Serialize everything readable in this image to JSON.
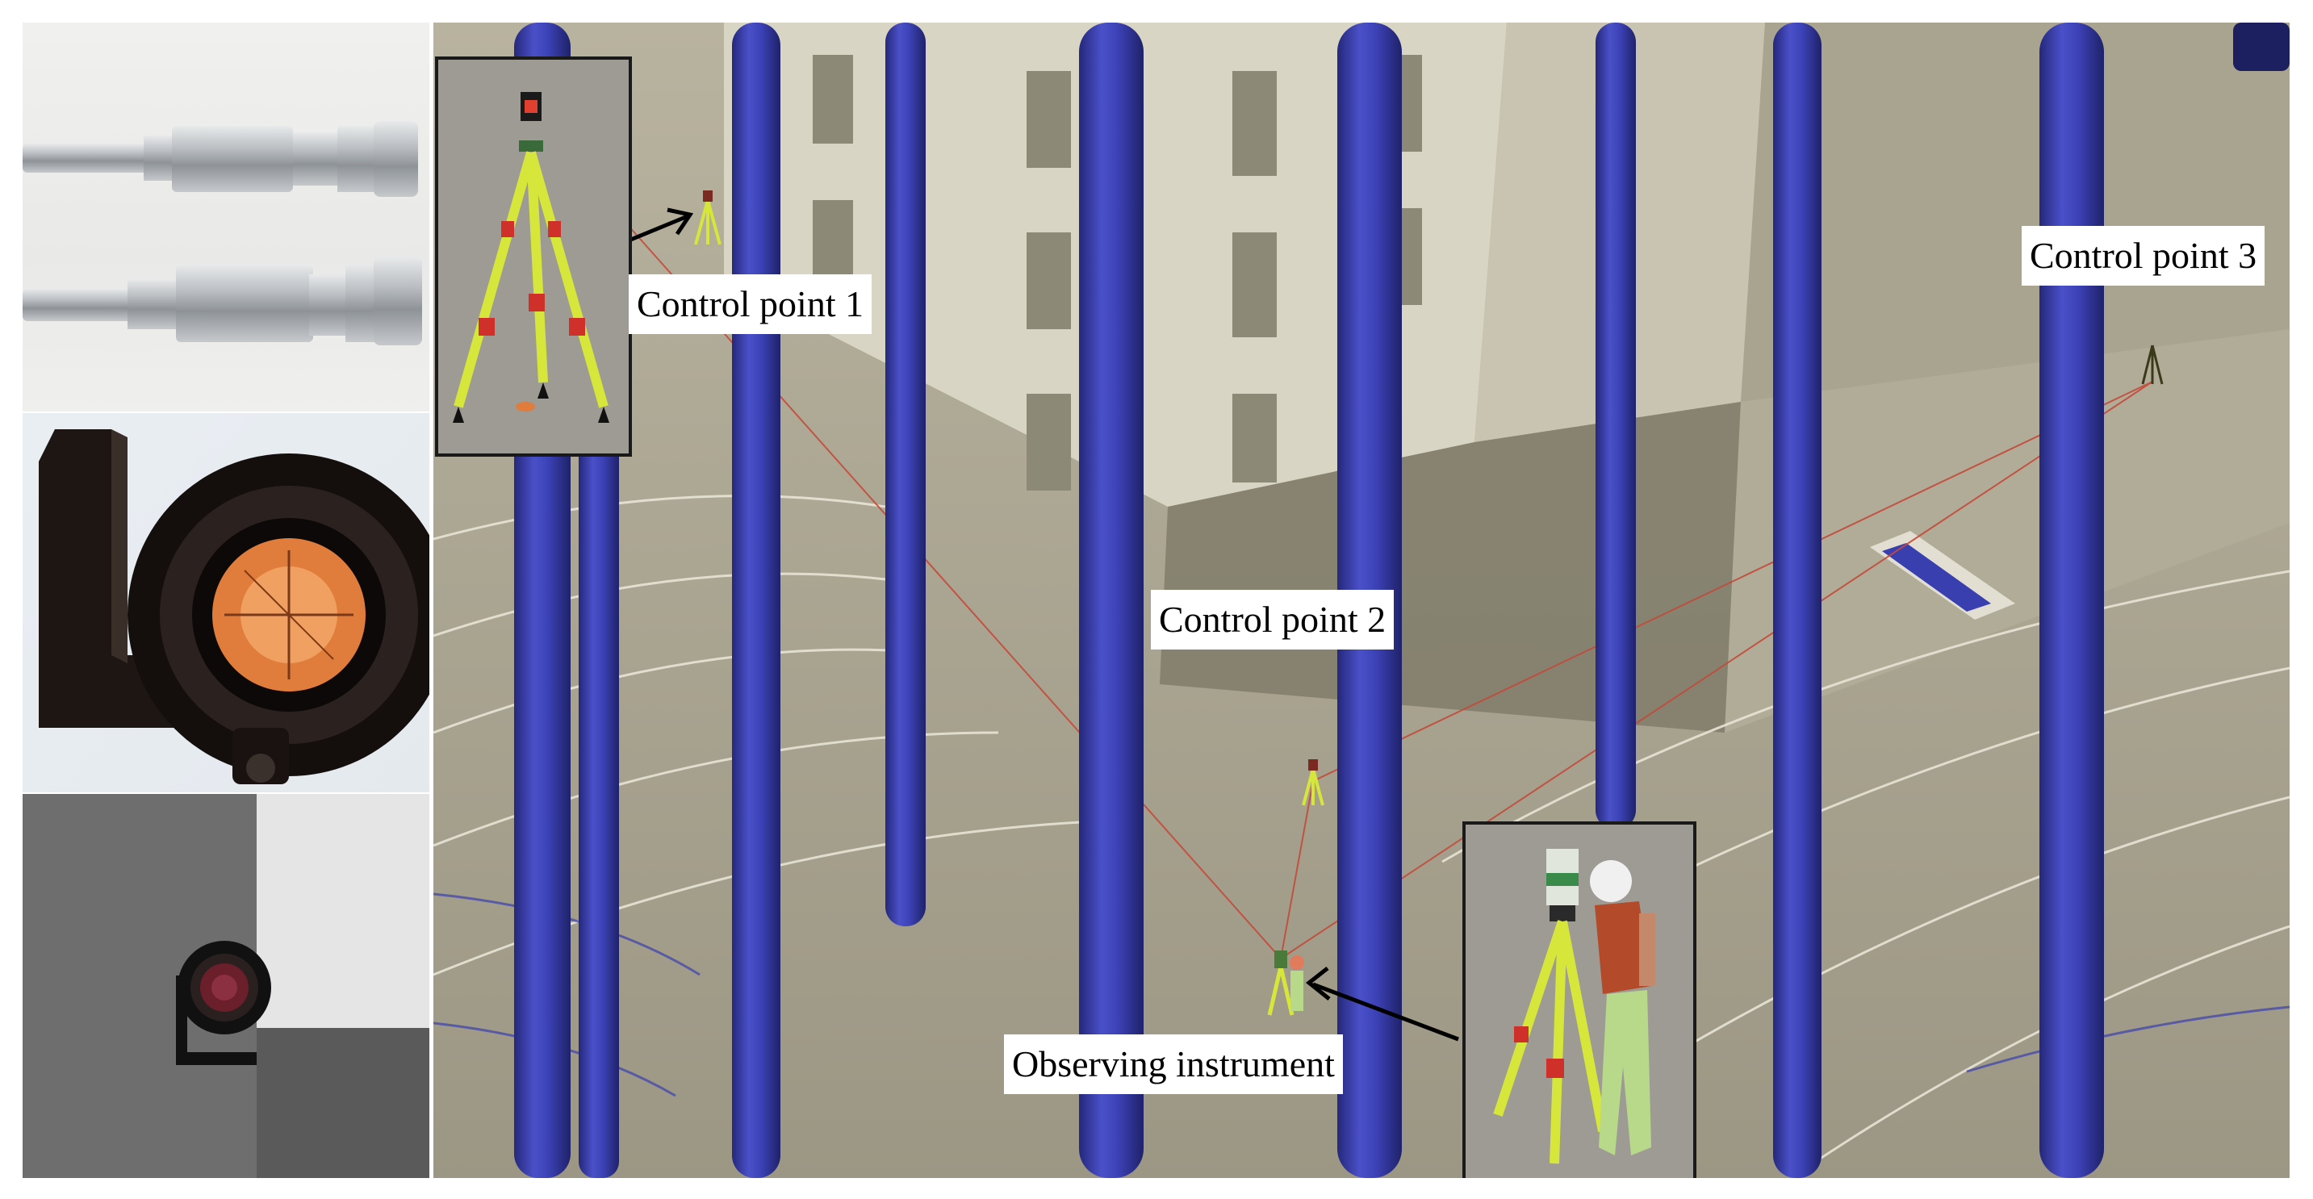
{
  "labels": {
    "control_point_1": "Control point 1",
    "control_point_2": "Control point 2",
    "control_point_3": "Control point 3",
    "observing_instrument": "Observing instrument"
  },
  "colors": {
    "column_blue": "#3a3fb0",
    "floor_tan": "#a8a38f",
    "wall_cream": "#d9d5c4",
    "tripod_yellow": "#d7e63a",
    "tripod_red": "#d0302a",
    "sight_line_red": "#c44a3a",
    "prism_orange": "#e07c3c"
  },
  "icons": {
    "prism_pins": "metal-pin-icon",
    "prism": "mini-prism-icon",
    "tripod": "tripod-icon",
    "surveyor": "surveyor-icon"
  }
}
